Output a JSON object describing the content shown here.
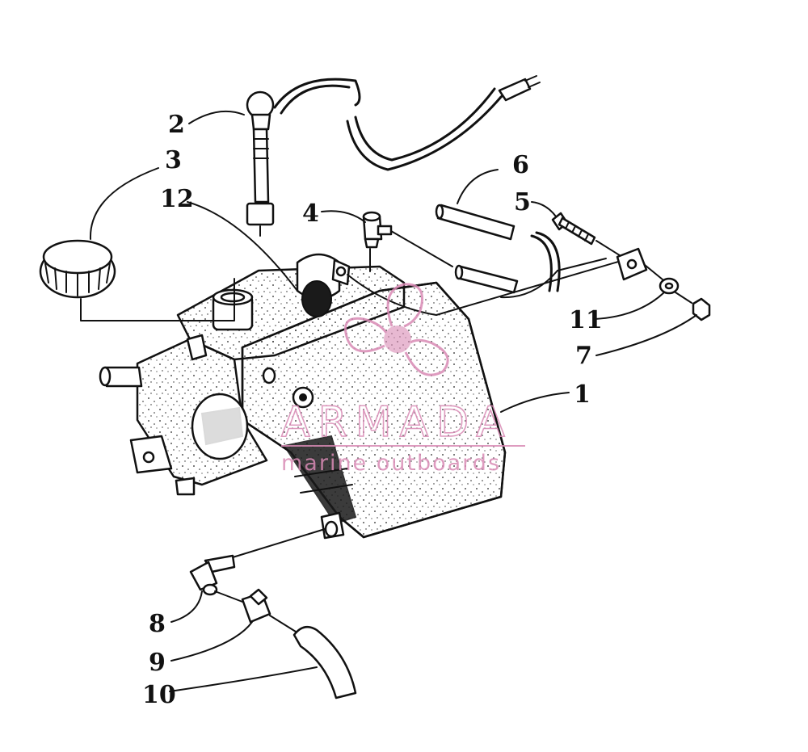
{
  "diagram": {
    "callouts": [
      {
        "id": "1",
        "label": "1"
      },
      {
        "id": "2",
        "label": "2"
      },
      {
        "id": "3",
        "label": "3"
      },
      {
        "id": "4",
        "label": "4"
      },
      {
        "id": "5",
        "label": "5"
      },
      {
        "id": "6",
        "label": "6"
      },
      {
        "id": "7",
        "label": "7"
      },
      {
        "id": "8",
        "label": "8"
      },
      {
        "id": "9",
        "label": "9"
      },
      {
        "id": "10",
        "label": "10"
      },
      {
        "id": "11",
        "label": "11"
      },
      {
        "id": "12",
        "label": "12"
      }
    ]
  },
  "watermark": {
    "brand": "ARMADA",
    "tagline": "marine outboards",
    "color": "#d98ab5"
  },
  "colors": {
    "ink": "#111111",
    "background": "#ffffff"
  }
}
